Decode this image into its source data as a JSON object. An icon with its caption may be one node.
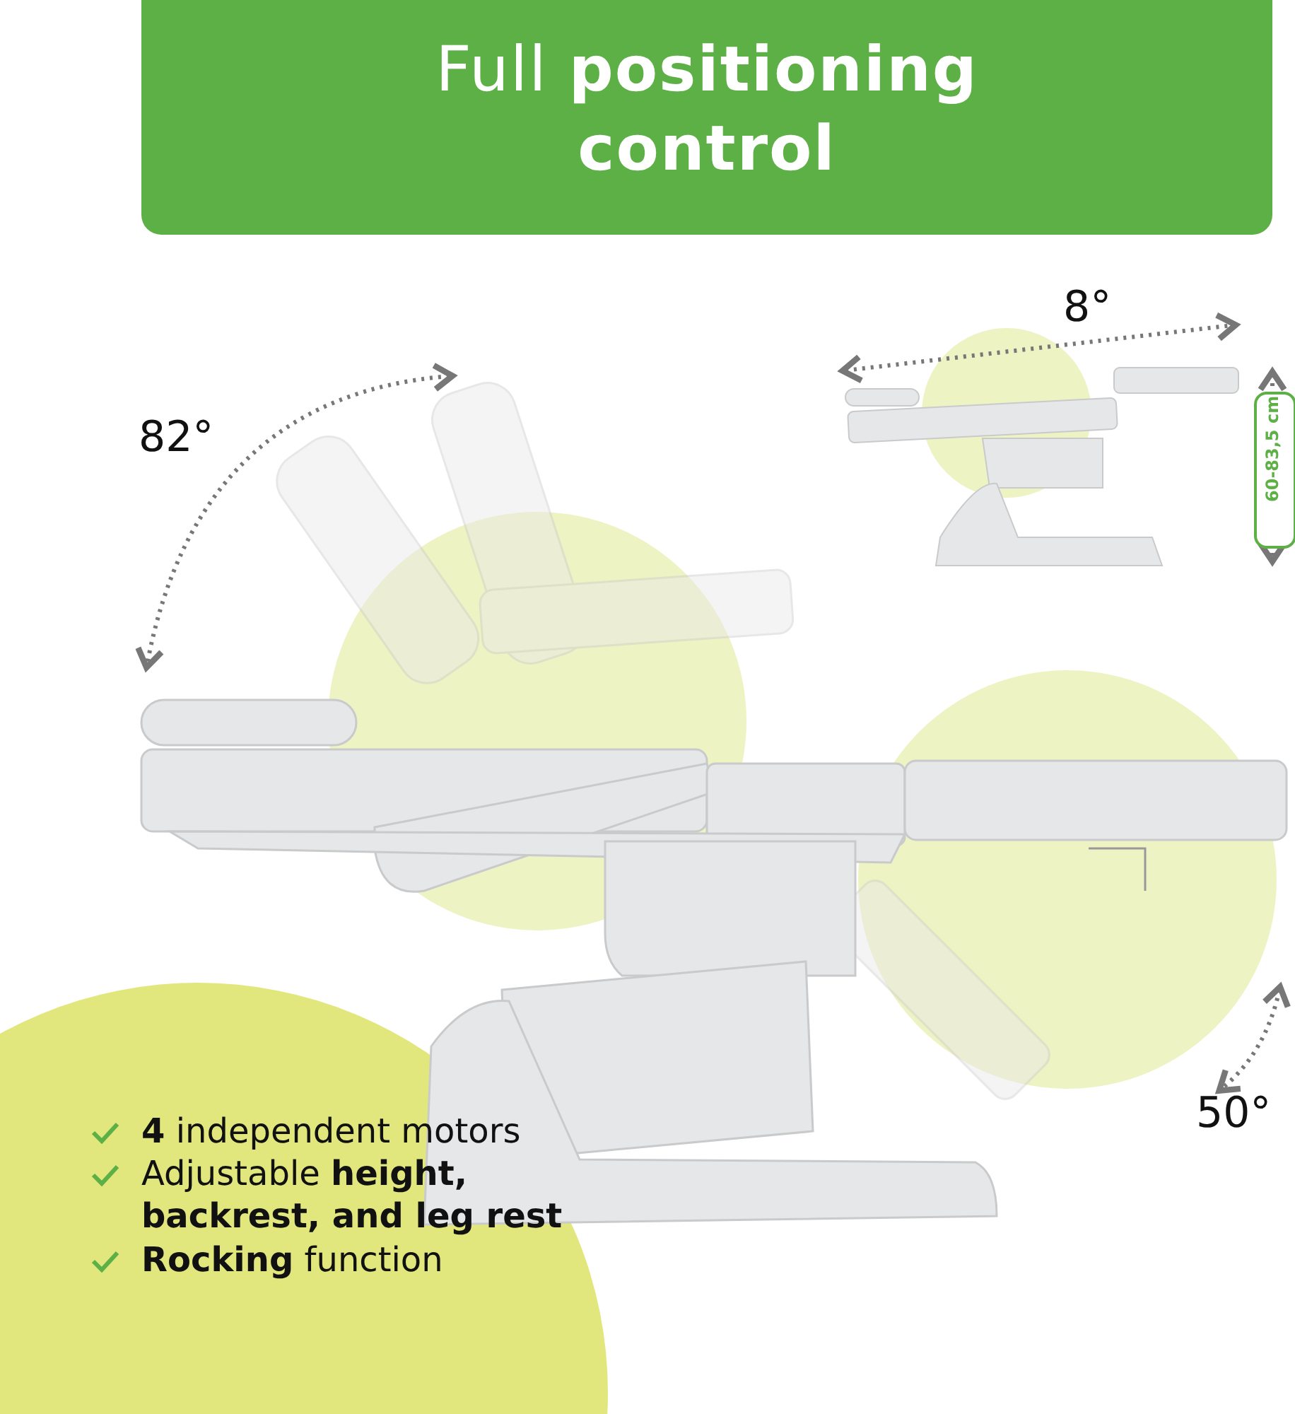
{
  "diagram": {
    "title": "Full **positioning control**",
    "labels": [
      "8°",
      "82°",
      "60-83,5 cm",
      "50°",
      "**4** independent motors",
      "Adjustable **height, backrest, and leg rest**",
      "**Rocking** function"
    ]
  }
}
